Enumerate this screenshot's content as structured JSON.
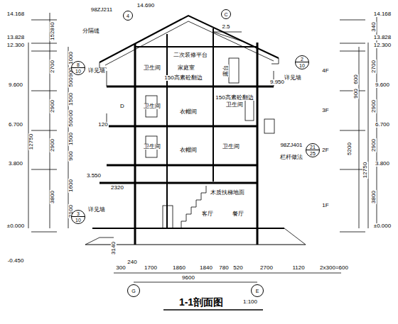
{
  "diagram": {
    "title": "1-1剖面图",
    "nodes": [
      {
        "text": [
          "G"
        ]
      },
      {
        "text": [
          "E"
        ]
      },
      {
        "text": [
          "8",
          "10"
        ]
      },
      {
        "text": [
          "2",
          "10"
        ]
      },
      {
        "text": [
          "3",
          "10"
        ]
      },
      {
        "text": [
          "21",
          "25"
        ]
      },
      {
        "text": [
          "4"
        ]
      },
      {
        "text": [
          "C"
        ]
      }
    ],
    "labels": [
      "14.168",
      "13.828",
      "12.300",
      "9.600",
      "6.700",
      "3.800",
      "±0.000",
      "-0.450",
      "14.168",
      "13.828",
      "12.300",
      "9.600",
      "6.700",
      "3.800",
      "±0.000",
      "340",
      "1528",
      "2700",
      "2900",
      "2900",
      "3800",
      "12750",
      "1000",
      "900",
      "500",
      "1500",
      "900",
      "500",
      "1500",
      "900",
      "1600",
      "2100",
      "340",
      "2700",
      "2900",
      "2900",
      "3800",
      "12750",
      "600",
      "900",
      "5200",
      "D",
      "120",
      "3.550",
      "2320",
      "9.950",
      "4F",
      "3F",
      "2F",
      "1F",
      "14.690",
      "98ZJ211",
      "分隔缝",
      "2.5",
      "详见墙",
      "详见墙",
      "详见墙",
      "98ZJ401",
      "栏杆做法",
      "二次装修平台",
      "家庭室",
      "露台",
      "150高素砼翻边",
      "卫生间",
      "衣帽间",
      "150高素砼翻边",
      "卫生间",
      "卫生间",
      "衣帽间",
      "卫生间",
      "卫生间",
      "木质扶梯地面",
      "客厅",
      "餐厅",
      "300",
      "240",
      "1700",
      "1860",
      "1840",
      "780",
      "520",
      "2700",
      "1120",
      "2x300=600",
      "9600",
      "3140",
      "1:100"
    ]
  }
}
